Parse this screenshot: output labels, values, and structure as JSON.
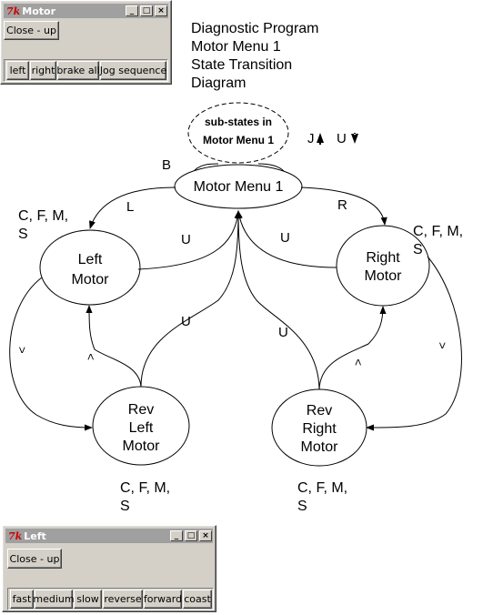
{
  "motor_window": {
    "title": "Motor",
    "close_label": "Close - up",
    "buttons": [
      "left",
      "right",
      "brake all",
      "Jog sequence"
    ]
  },
  "left_window": {
    "title": "Left",
    "close_label": "Close - up",
    "buttons": [
      "fast",
      "medium",
      "slow",
      "reverse",
      "forward",
      "coast"
    ]
  },
  "diagram": {
    "title_lines": [
      "Diagnostic Program",
      "Motor Menu 1",
      "State Transition",
      "Diagram"
    ],
    "substates_lines": [
      "sub-states in",
      "Motor Menu 1"
    ],
    "jog_keys": [
      "J",
      "U"
    ],
    "states": {
      "main": [
        "Motor Menu 1"
      ],
      "left": [
        "Left",
        "Motor"
      ],
      "right": [
        "Right",
        "Motor"
      ],
      "rev_left": [
        "Rev",
        "Left",
        "Motor"
      ],
      "rev_right": [
        "Rev",
        "Right",
        "Motor"
      ]
    },
    "edge_labels": {
      "b": "B",
      "l": "L",
      "r": "R",
      "u_left": "U",
      "u_right": "U",
      "u_rev_left": "U",
      "u_rev_right": "U",
      "rev_left_to_left": ">",
      "rev_right_to_right": ">",
      "left_to_rev_left": ">",
      "right_to_rev_right": ">"
    },
    "command_groups": {
      "left": [
        "C, F, M,",
        "S"
      ],
      "right": [
        "C, F, M,",
        "S"
      ],
      "rev_left": [
        "C, F, M,",
        "S"
      ],
      "rev_right": [
        "C, F, M,",
        "S"
      ]
    }
  }
}
